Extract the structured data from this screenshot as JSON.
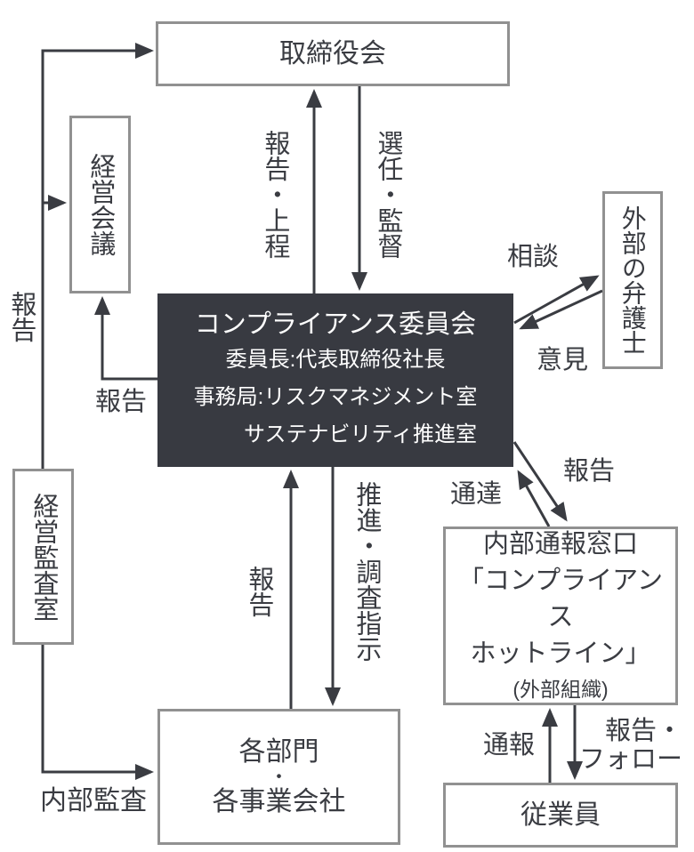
{
  "colors": {
    "background": "#ffffff",
    "line": "#3a3c42",
    "box_border": "#919191",
    "box_text": "#3a3c42",
    "committee_bg": "#383a41",
    "committee_text": "#ffffff"
  },
  "boxes": {
    "board": {
      "label": "取締役会"
    },
    "management_meeting": {
      "label": "経営会議"
    },
    "audit_office": {
      "label": "経営監査室"
    },
    "external_lawyer": {
      "label": "外部の弁護士"
    },
    "committee": {
      "title": "コンプライアンス委員会",
      "line2": "委員長:代表取締役社長",
      "line3": "事務局:リスクマネジメント室",
      "line4": "サステナビリティ推進室"
    },
    "hotline": {
      "line1": "内部通報窓口",
      "line2": "「コンプライアンス",
      "line3": "ホットライン」",
      "line4": "(外部組織)"
    },
    "departments": {
      "line1": "各部門",
      "dot": "・",
      "line2": "各事業会社"
    },
    "employees": {
      "label": "従業員"
    }
  },
  "edge_labels": {
    "report_submission": "報告・上程",
    "appointment_supervision": "選任・監督",
    "report_left_spine": "報告",
    "report_to_meeting": "報告",
    "consultation": "相談",
    "opinion": "意見",
    "notice": "通達",
    "report_to_hotline": "報告",
    "report_center": "報告",
    "promotion_investigation": "推進・調査指示",
    "internal_audit": "内部監査",
    "whistleblowing": "通報",
    "report_follow_line1": "報告・",
    "report_follow_line2": "フォロー"
  }
}
